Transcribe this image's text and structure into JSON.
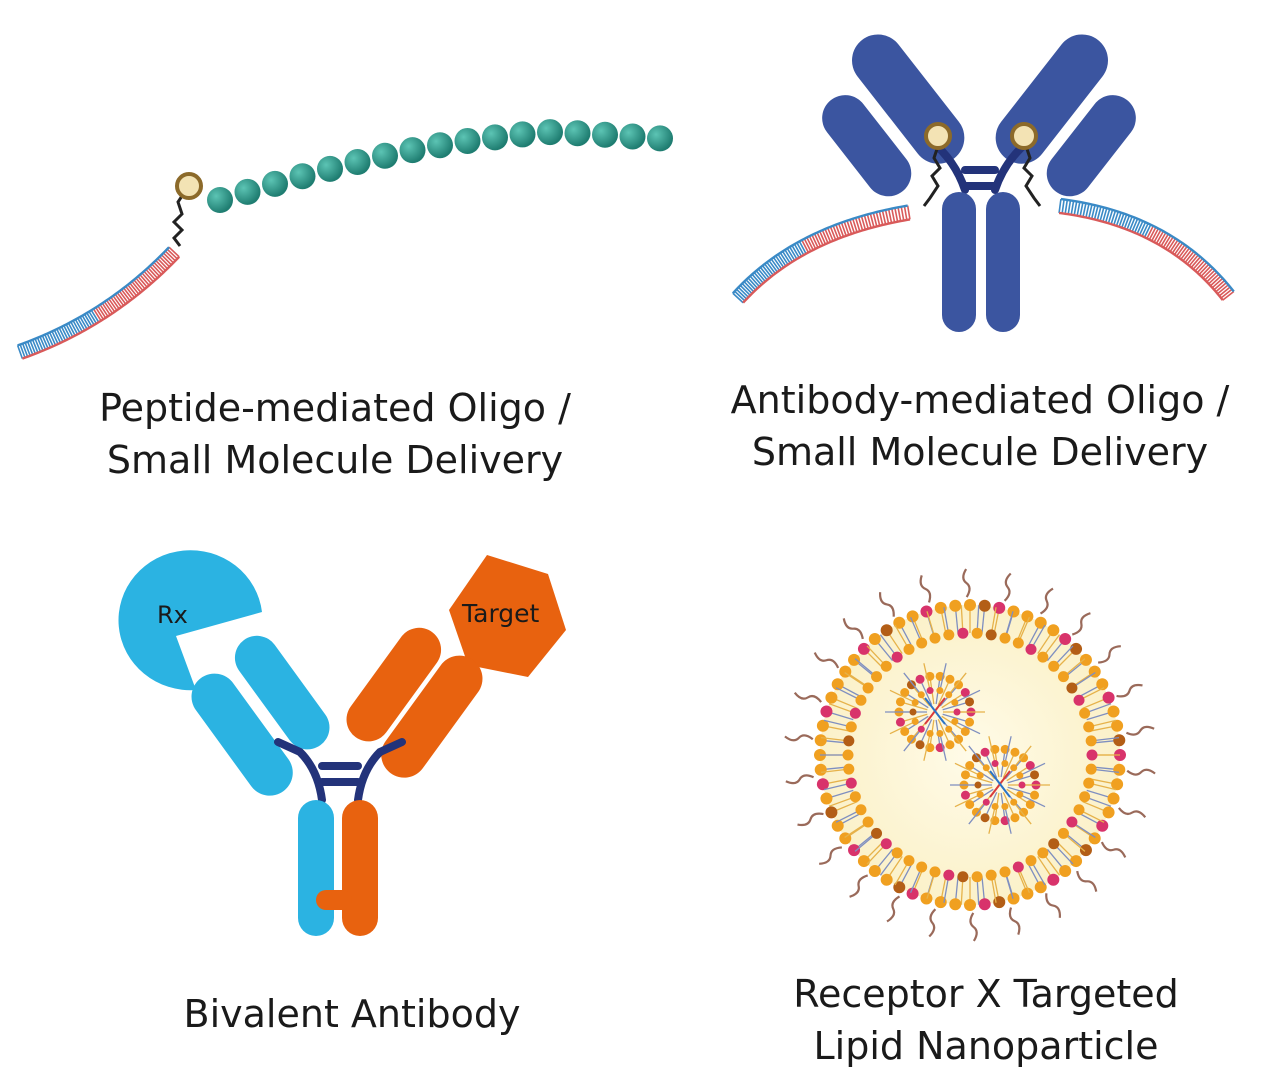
{
  "panels": [
    {
      "caption_line1": "Peptide-mediated Oligo /",
      "caption_line2": "Small Molecule Delivery"
    },
    {
      "caption_line1": "Antibody-mediated Oligo /",
      "caption_line2": "Small Molecule Delivery"
    },
    {
      "caption_line1": "Bivalent Antibody",
      "rx_label": "Rx",
      "target_label": "Target"
    },
    {
      "caption_line1": "Receptor X Targeted",
      "caption_line2": "Lipid Nanoparticle"
    }
  ],
  "colors": {
    "peptide_bead": "#2e9a8c",
    "linker_ring": "#c7a868",
    "antibody_blue": "#3b55a0",
    "hinge_navy": "#23337a",
    "oligo_red": "#d95a5a",
    "oligo_blue": "#3a8ac6",
    "rx_cyan": "#2bb3e2",
    "target_orange": "#e8620f",
    "lnp_core": "#fdf7dc",
    "lipid_head_orange": "#f0a020",
    "lipid_head_pink": "#d8336b",
    "lipid_head_brown": "#b35e16"
  }
}
